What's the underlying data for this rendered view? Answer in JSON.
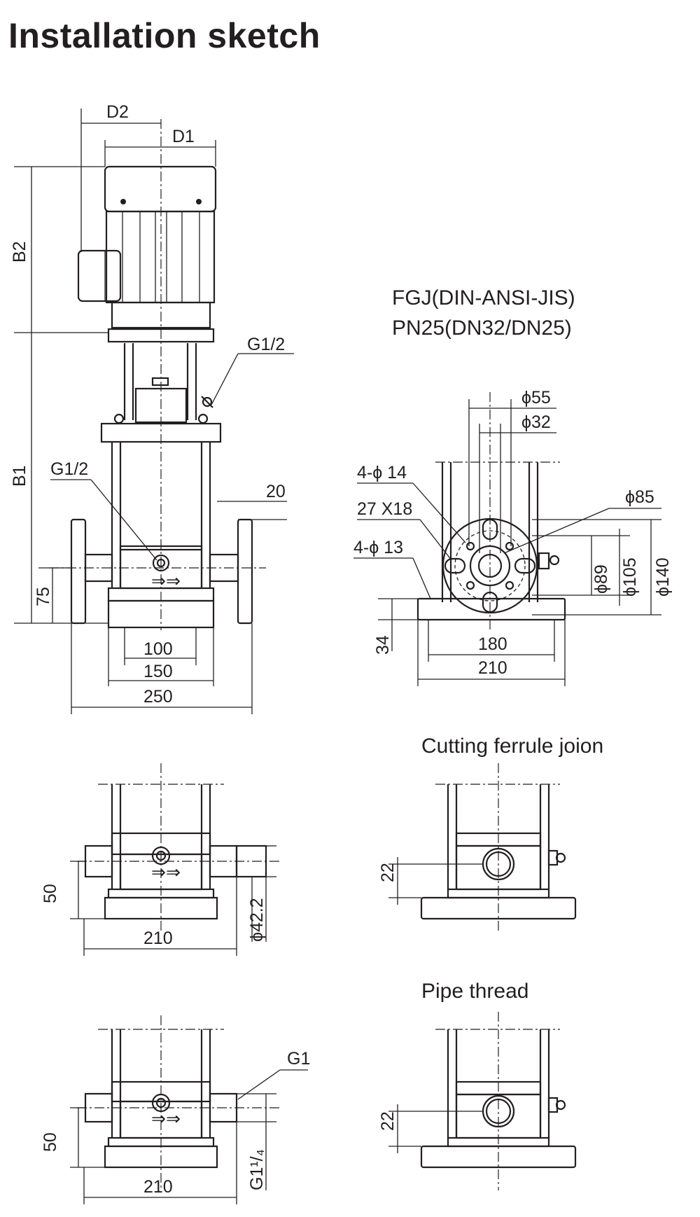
{
  "header": {
    "title": "Installation sketch"
  },
  "colors": {
    "ink": "#231f20",
    "background": "#ffffff"
  },
  "main_view": {
    "dims": {
      "d2": "D2",
      "d1": "D1",
      "b2": "B2",
      "b1": "B1",
      "h75": "75",
      "w100": "100",
      "w150": "150",
      "w250": "250",
      "flange20": "20",
      "g_top": "G1/2",
      "g_drain": "G1/2"
    }
  },
  "flange_view": {
    "title_line1": "FGJ(DIN-ANSI-JIS)",
    "title_line2": "PN25(DN32/DN25)",
    "dims": {
      "phi55": "ϕ55",
      "phi32": "ϕ32",
      "holes14": "4-ϕ 14",
      "slot": "27 X18",
      "holes13": "4-ϕ 13",
      "phi85": "ϕ85",
      "phi89": "ϕ89",
      "phi105": "ϕ105",
      "phi140": "ϕ140",
      "h34": "34",
      "w180": "180",
      "w210": "210"
    }
  },
  "ferrule_front": {
    "dims": {
      "h50": "50",
      "w210": "210",
      "phi42": "ϕ42.2"
    }
  },
  "ferrule_side": {
    "title": "Cutting  ferrule joion",
    "dims": {
      "h22": "22"
    }
  },
  "thread_front": {
    "dims": {
      "g1": "G1",
      "h50": "50",
      "w210": "210",
      "g114": "G1¹/₄"
    }
  },
  "thread_side": {
    "title": "Pipe  thread",
    "dims": {
      "h22": "22"
    }
  }
}
